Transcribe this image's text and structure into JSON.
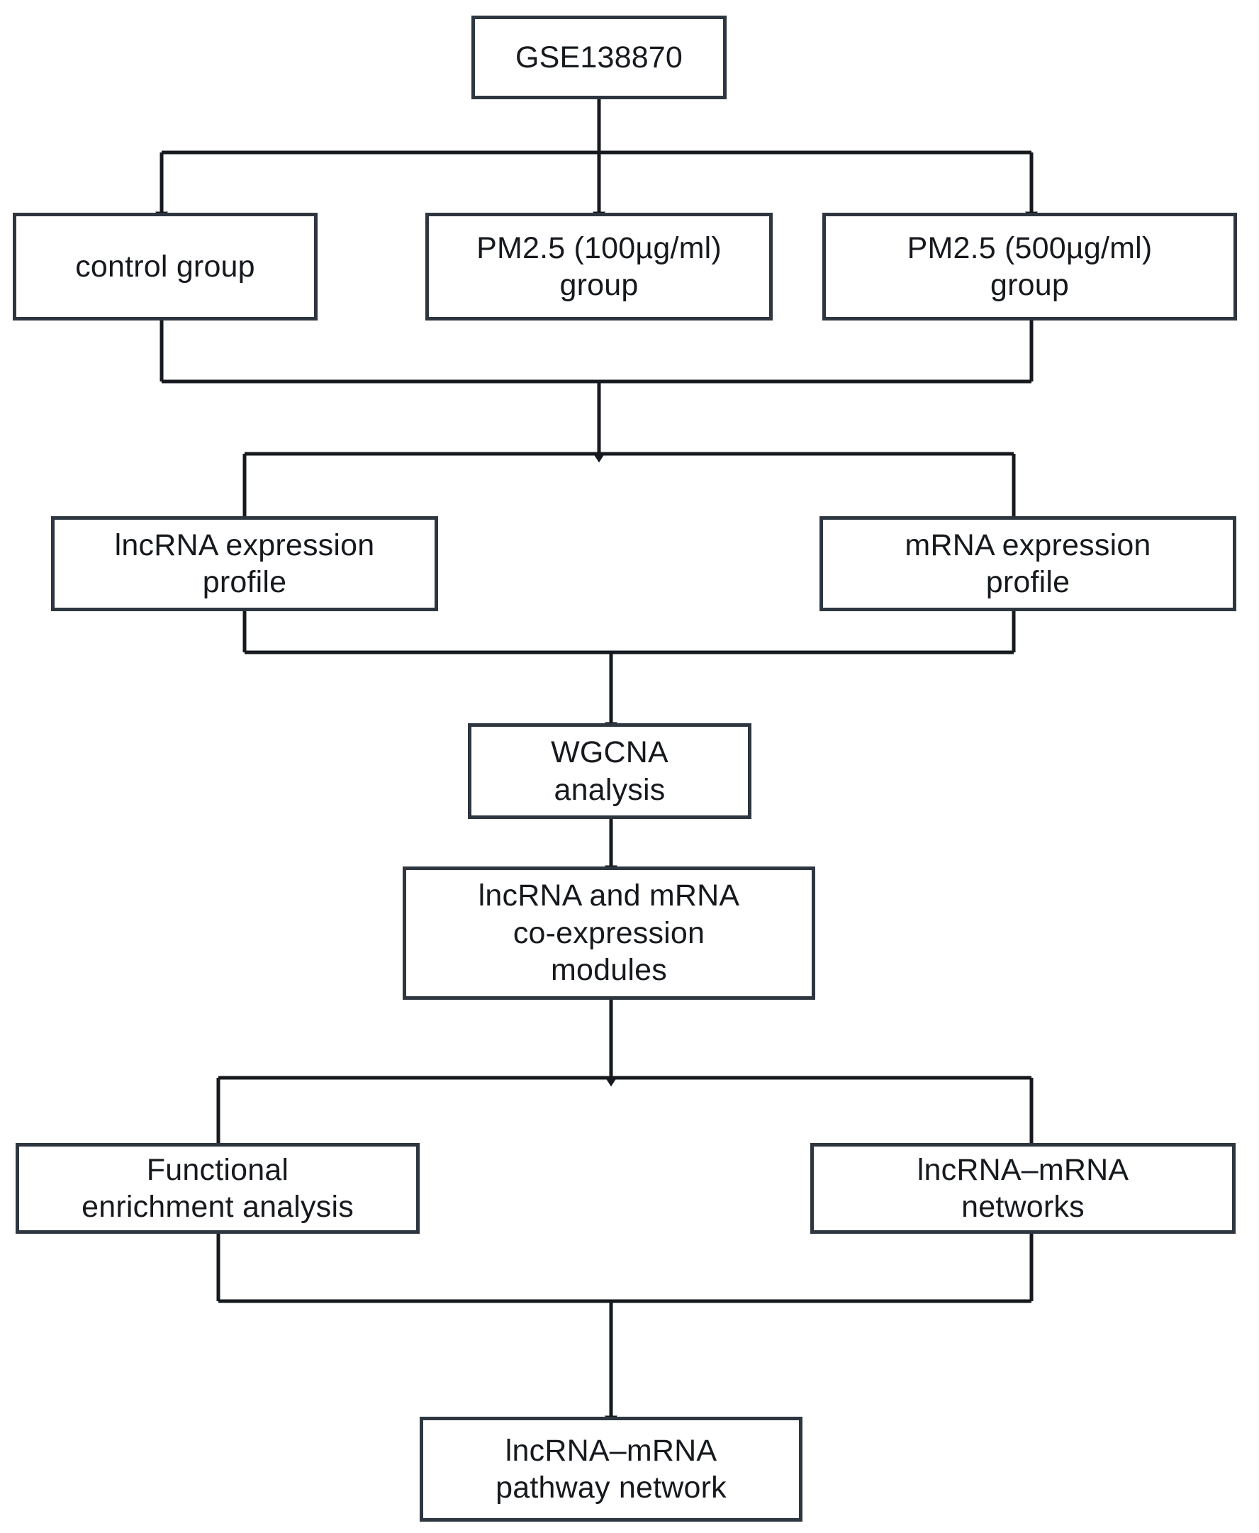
{
  "diagram": {
    "title": "Study workflow flowchart",
    "colors": {
      "box_border": "#2e3640",
      "box_fill": "#ffffff",
      "connector": "#16191d",
      "text": "#16191d"
    },
    "nodes": [
      {
        "id": "dataset",
        "label": "GSE138870"
      },
      {
        "id": "control-group",
        "label": "control group"
      },
      {
        "id": "pm25-100-group",
        "label": "PM2.5 (100µg/ml)\ngroup"
      },
      {
        "id": "pm25-500-group",
        "label": "PM2.5 (500µg/ml)\ngroup"
      },
      {
        "id": "lncrna-profile",
        "label": "lncRNA expression\nprofile"
      },
      {
        "id": "mrna-profile",
        "label": "mRNA expression\nprofile"
      },
      {
        "id": "wgcna",
        "label": "WGCNA\nanalysis"
      },
      {
        "id": "coexpression",
        "label": "lncRNA and mRNA\nco-expression\nmodules"
      },
      {
        "id": "functional",
        "label": "Functional\nenrichment analysis"
      },
      {
        "id": "networks",
        "label": "lncRNA–mRNA\nnetworks"
      },
      {
        "id": "pathway-network",
        "label": "lncRNA–mRNA\npathway network"
      }
    ],
    "edges": [
      {
        "from": "dataset",
        "to": "control-group"
      },
      {
        "from": "dataset",
        "to": "pm25-100-group"
      },
      {
        "from": "dataset",
        "to": "pm25-500-group"
      },
      {
        "from": "control-group",
        "to": "lncrna-profile"
      },
      {
        "from": "pm25-500-group",
        "to": "mrna-profile"
      },
      {
        "from": "lncrna-profile",
        "to": "wgcna"
      },
      {
        "from": "mrna-profile",
        "to": "wgcna"
      },
      {
        "from": "wgcna",
        "to": "coexpression"
      },
      {
        "from": "coexpression",
        "to": "functional"
      },
      {
        "from": "coexpression",
        "to": "networks"
      },
      {
        "from": "functional",
        "to": "pathway-network"
      },
      {
        "from": "networks",
        "to": "pathway-network"
      }
    ]
  }
}
